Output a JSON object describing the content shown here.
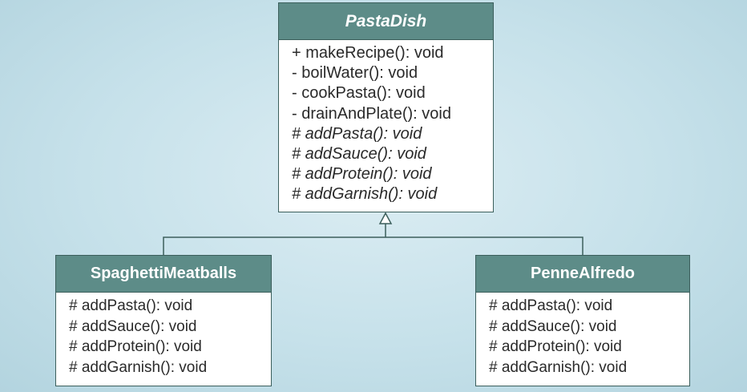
{
  "diagram": {
    "parent": {
      "name": "PastaDish",
      "methods": [
        "+ makeRecipe(): void",
        "- boilWater(): void",
        "- cookPasta(): void",
        "- drainAndPlate(): void",
        "# addPasta(): void",
        "# addSauce(): void",
        "# addProtein(): void",
        "# addGarnish(): void"
      ]
    },
    "children": [
      {
        "name": "SpaghettiMeatballs",
        "methods": [
          "# addPasta(): void",
          "# addSauce(): void",
          "# addProtein(): void",
          "# addGarnish(): void"
        ]
      },
      {
        "name": "PenneAlfredo",
        "methods": [
          "# addPasta(): void",
          "# addSauce(): void",
          "# addProtein(): void",
          "# addGarnish(): void"
        ]
      }
    ]
  },
  "colors": {
    "header_fill": "#5d8c88",
    "border": "#3c5f5c",
    "background": "#c6e1ea"
  }
}
